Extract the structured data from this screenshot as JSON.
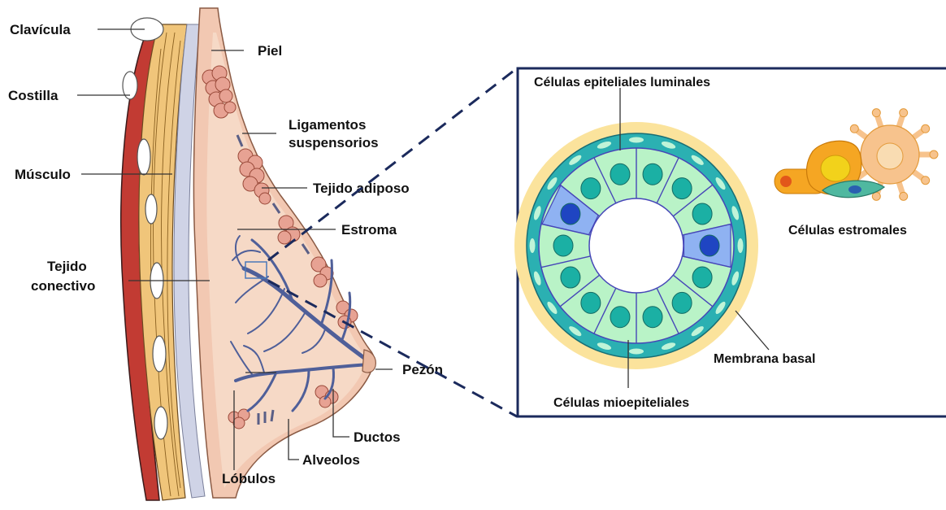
{
  "labels": {
    "clavicula": "Clavícula",
    "costilla": "Costilla",
    "musculo": "Músculo",
    "tejido_conectivo_1": "Tejido",
    "tejido_conectivo_2": "conectivo",
    "piel": "Piel",
    "ligamentos_1": "Ligamentos",
    "ligamentos_2": "suspensorios",
    "tejido_adiposo": "Tejido adiposo",
    "estroma": "Estroma",
    "pezon": "Pezón",
    "ductos": "Ductos",
    "alveolos": "Alveolos",
    "lobulos": "Lóbulos"
  },
  "inset": {
    "luminales": "Células epiteliales luminales",
    "estromales": "Células estromales",
    "membrana": "Membrana basal",
    "mioepiteliales": "Células mioepiteliales"
  },
  "colors": {
    "skin": "#f2c8b2",
    "tissue": "#f6d9c6",
    "muscle": "#c23b33",
    "fat_cells": "#e7a293",
    "duct": "#4f5f99",
    "rib": "#ffffff",
    "connective": "#cfd3e6",
    "frame": "#1b2a5c",
    "luminal_cell": "#b9f3c7",
    "luminal_dark": "#5b86e5",
    "nucleus": "#1bb0a4",
    "myo": "#2bb0b2",
    "basal": "#fbe39c",
    "stromal_orange": "#f5a623",
    "stromal_peach": "#f7c38d",
    "stromal_teal": "#4fb8a0"
  }
}
